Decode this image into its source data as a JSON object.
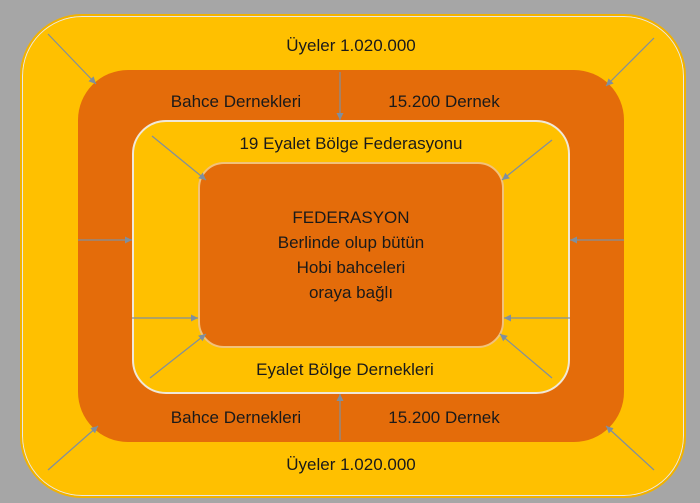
{
  "outer": {
    "top_label": "Üyeler 1.020.000",
    "bottom_label": "Üyeler 1.020.000"
  },
  "ring2": {
    "top_left": "Bahce Dernekleri",
    "top_right": "15.200 Dernek",
    "bottom_left": "Bahce Dernekleri",
    "bottom_right": "15.200 Dernek"
  },
  "ring3": {
    "top_label": "19 Eyalet Bölge Federasyonu",
    "bottom_label": "Eyalet Bölge Dernekleri"
  },
  "core": {
    "lines": [
      "FEDERASYON",
      "Berlinde olup bütün",
      "Hobi bahceleri",
      "oraya bağlı"
    ]
  },
  "colors": {
    "gold": "#ffc000",
    "orange": "#e46c0a",
    "arrow": "#7f8f9f"
  }
}
